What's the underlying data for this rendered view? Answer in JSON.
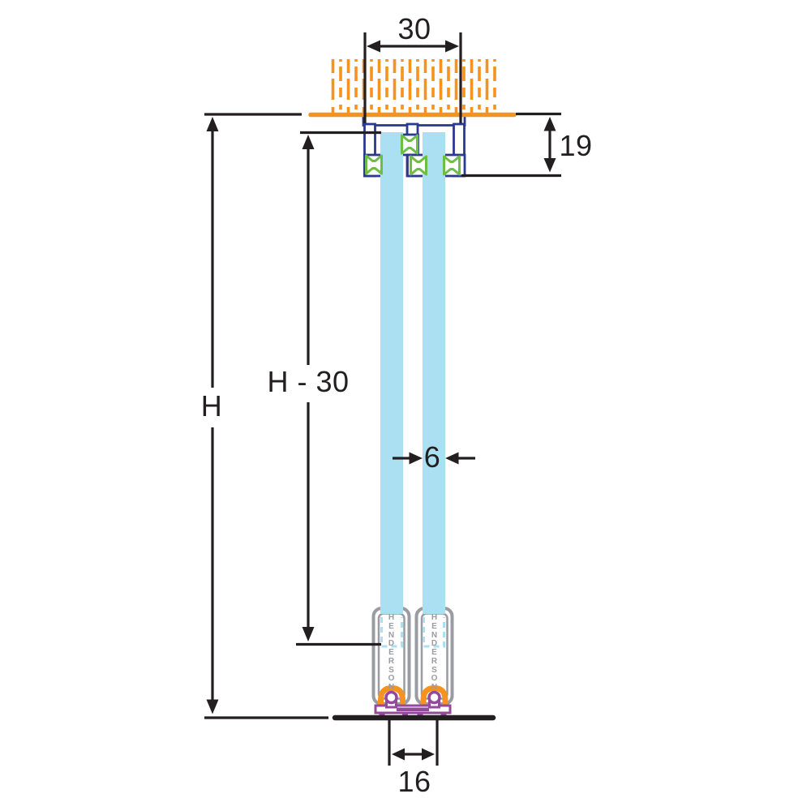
{
  "diagram": {
    "brand": "HENDERSON",
    "labels": {
      "track_width": "30",
      "track_height": "19",
      "overall_height": "H",
      "door_height": "H - 30",
      "glass_thickness": "6",
      "floor_guide_width": "16"
    },
    "colors": {
      "ceiling_orange": "#F6921E",
      "track_blue": "#2B3990",
      "seal_green": "#6CBE45",
      "glass_blue": "#ABDFF2",
      "channel_gray": "#9A9CA1",
      "guide_purple": "#94499C",
      "line_black": "#231F20"
    }
  }
}
